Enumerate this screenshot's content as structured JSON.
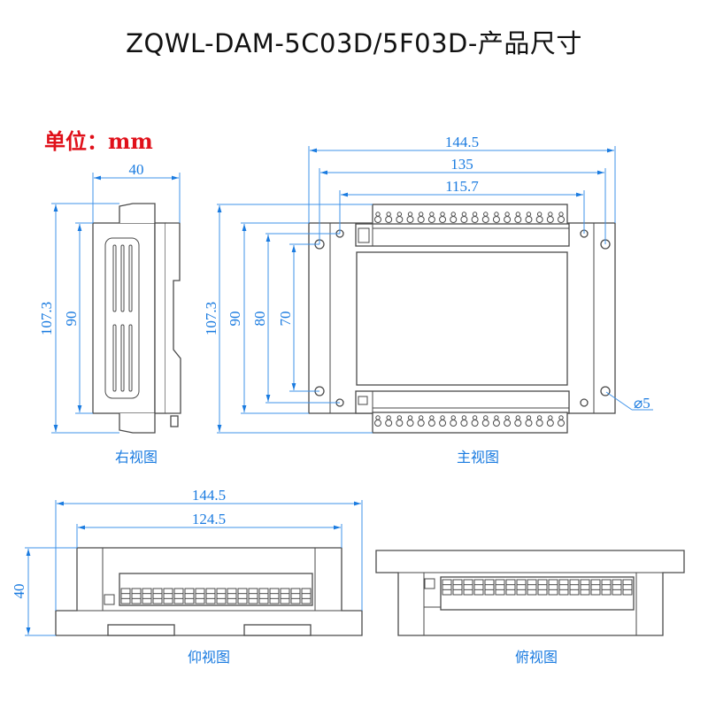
{
  "title": "ZQWL-DAM-5C03D/5F03D-产品尺寸",
  "unit_label": "单位：mm",
  "colors": {
    "dimension": "#1a7be0",
    "unit": "#e0101a",
    "outline": "#4a4a4a"
  },
  "views": {
    "right": {
      "caption": "右视图",
      "dims": {
        "width": "40",
        "height_total": "107.3",
        "height_body": "90"
      }
    },
    "front": {
      "caption": "主视图",
      "dims": {
        "width_total": "144.5",
        "width_mount": "135",
        "width_inner": "115.7",
        "height_total": "107.3",
        "height_body": "90",
        "height_80": "80",
        "height_70": "70",
        "hole": "⌀5"
      }
    },
    "bottom": {
      "caption": "仰视图",
      "dims": {
        "width_total": "144.5",
        "width_inner": "124.5",
        "height": "40"
      }
    },
    "top": {
      "caption": "俯视图"
    }
  }
}
